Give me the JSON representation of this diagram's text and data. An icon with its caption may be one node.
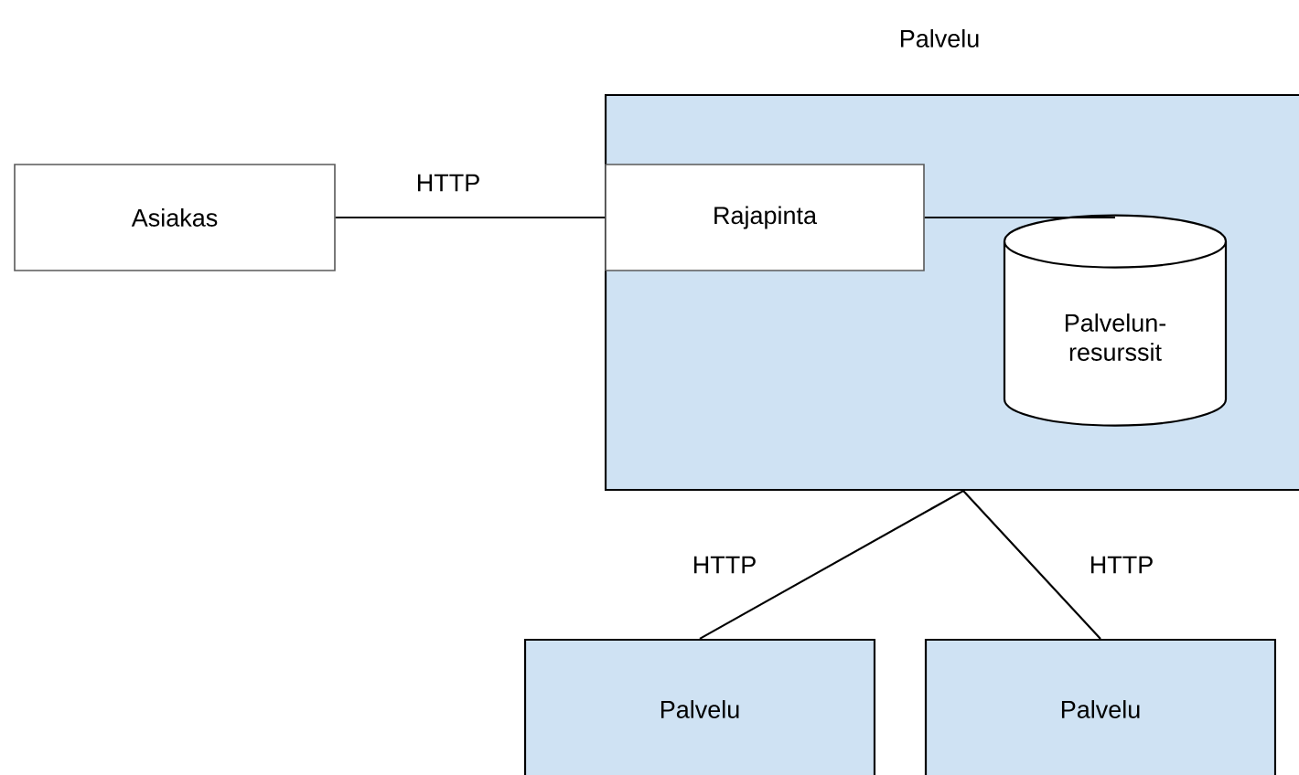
{
  "diagram": {
    "nodes": [
      {
        "text": [
          "Asiakas"
        ]
      },
      {
        "text": [
          "Palvelu"
        ]
      },
      {
        "text": [
          "Rajapinta"
        ],
        "in": 1
      },
      {
        "text": [
          "Palvelun-resurssit"
        ],
        "in": 1
      },
      {
        "text": [
          "Palvelu"
        ]
      },
      {
        "text": [
          "Palvelu"
        ]
      }
    ],
    "edges": [
      {
        "from": 0,
        "to": 2,
        "arrow": "none",
        "label": "HTTP"
      },
      {
        "from": 2,
        "to": 3,
        "arrow": "none"
      },
      {
        "from": 1,
        "to": 4,
        "arrow": "none",
        "label": "HTTP"
      },
      {
        "from": 1,
        "to": 5,
        "arrow": "none",
        "label": "HTTP"
      }
    ]
  }
}
